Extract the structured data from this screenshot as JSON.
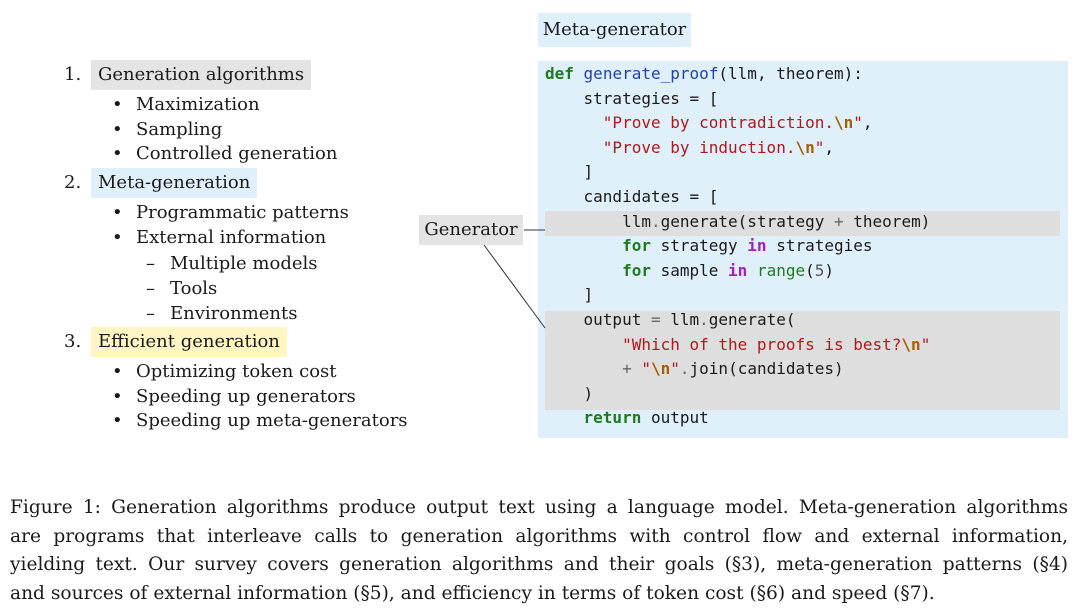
{
  "outline": {
    "sections": [
      {
        "num": "1.",
        "title": "Generation algorithms",
        "highlight": "#e4e4e4",
        "items": [
          {
            "text": "Maximization",
            "sub": []
          },
          {
            "text": "Sampling",
            "sub": []
          },
          {
            "text": "Controlled generation",
            "sub": []
          }
        ]
      },
      {
        "num": "2.",
        "title": "Meta-generation",
        "highlight": "#dff0fa",
        "items": [
          {
            "text": "Programmatic patterns",
            "sub": []
          },
          {
            "text": "External information",
            "sub": [
              "Multiple models",
              "Tools",
              "Environments"
            ]
          }
        ]
      },
      {
        "num": "3.",
        "title": "Efficient generation",
        "highlight": "#fff6c4",
        "items": [
          {
            "text": "Optimizing token cost",
            "sub": []
          },
          {
            "text": "Speeding up generators",
            "sub": []
          },
          {
            "text": "Speeding up meta-generators",
            "sub": []
          }
        ]
      }
    ],
    "bullet_glyph": "•",
    "sub_glyph": "–"
  },
  "meta_generator_label": "Meta-generator",
  "generator_label": "Generator",
  "code": {
    "line1": {
      "def": "def",
      "fn": "generate_proof",
      "args": "(llm, theorem):"
    },
    "line2": "    strategies = [",
    "line3": {
      "indent": "      ",
      "str": "\"Prove by contradiction.",
      "esc": "\\n",
      "close": "\"",
      "trail": ","
    },
    "line4": {
      "indent": "      ",
      "str": "\"Prove by induction.",
      "esc": "\\n",
      "close": "\"",
      "trail": ","
    },
    "line5": "    ]",
    "line6": "    candidates = [",
    "line7": {
      "indent": "        ",
      "a": "llm",
      "dot": ".",
      "b": "generate(strategy ",
      "plus": "+",
      "c": " theorem)"
    },
    "line8": {
      "indent": "        ",
      "for": "for",
      "a": " strategy ",
      "in": "in",
      "b": " strategies"
    },
    "line9": {
      "indent": "        ",
      "for": "for",
      "a": " sample ",
      "in": "in",
      "sp": " ",
      "range": "range",
      "open": "(",
      "num": "5",
      "close": ")"
    },
    "line10": "    ]",
    "line11": {
      "indent": "    ",
      "a": "output ",
      "eq": "=",
      "b": " llm",
      "dot": ".",
      "c": "generate("
    },
    "line12": {
      "indent": "        ",
      "str": "\"Which of the proofs is best?",
      "esc": "\\n",
      "close": "\""
    },
    "line13": {
      "indent": "        ",
      "plus": "+",
      "sp": " ",
      "q1": "\"",
      "esc": "\\n",
      "q2": "\"",
      "dot": ".",
      "rest": "join(candidates)"
    },
    "line14": "    )",
    "line15": {
      "indent": "    ",
      "ret": "return",
      "rest": " output"
    }
  },
  "caption": {
    "lines": [
      "Figure 1: Generation algorithms produce output text using a language model. Meta-generation algorithms",
      "are programs that interleave calls to generation algorithms with control flow and external information,",
      "yielding text. Our survey covers generation algorithms and their goals (§3), meta-generation patterns (§4)",
      "and sources of external information (§5), and efficiency in terms of token cost (§6) and speed (§7)."
    ]
  },
  "colors": {
    "meta_panel": "#dff0fa",
    "generator_highlight": "#dedede",
    "keyword": "#1f7a1f",
    "function_name": "#1f3fb8",
    "string": "#b0191c",
    "escape": "#a85d00",
    "in_keyword": "#a11fbf"
  }
}
